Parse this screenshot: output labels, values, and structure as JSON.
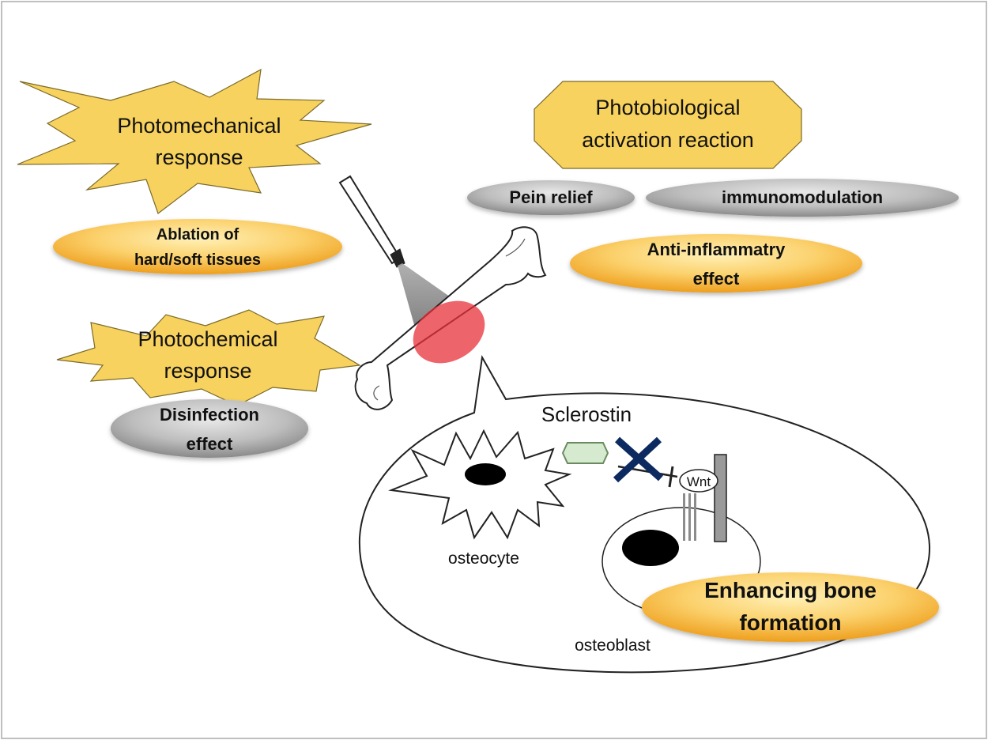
{
  "labels": {
    "photomechanical_line1": "Photomechanical",
    "photomechanical_line2": "response",
    "ablation_line1": "Ablation of",
    "ablation_line2": "hard/soft tissues",
    "photochemical_line1": "Photochemical",
    "photochemical_line2": "response",
    "disinfection_line1": "Disinfection",
    "disinfection_line2": "effect",
    "photobiological_line1": "Photobiological",
    "photobiological_line2": "activation reaction",
    "pain_relief": "Pein relief",
    "immunomodulation": "immunomodulation",
    "anti_inflammatory_line1": "Anti-inflammatry",
    "anti_inflammatory_line2": "effect",
    "sclerostin": "Sclerostin",
    "wnt": "Wnt",
    "osteocyte": "osteocyte",
    "osteoblast": "osteoblast",
    "enhancing_line1": "Enhancing bone",
    "enhancing_line2": "formation"
  },
  "colors": {
    "star_yellow": "#f8d25e",
    "gold_light": "#fde68a",
    "gold_dark": "#f0a824",
    "gray_light": "#dcdcdc",
    "gray_dark": "#8c8c8c",
    "laser_red": "#e8303a",
    "sclerostin_green": "#d6ead0",
    "block_navy": "#0d2a60"
  }
}
